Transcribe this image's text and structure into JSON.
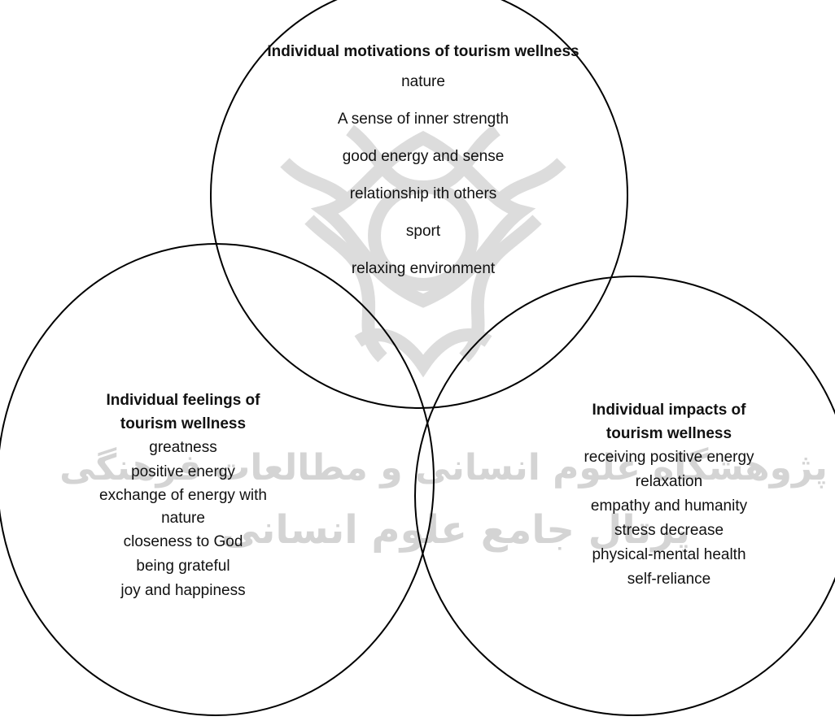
{
  "diagram": {
    "stroke_color": "#000000",
    "watermark_color": "#d7d7d7",
    "top": {
      "heading": "Individual motivations of tourism wellness",
      "items": [
        "nature",
        "A sense of inner strength",
        "good energy and sense",
        "relationship ith others",
        "sport",
        "relaxing environment"
      ]
    },
    "left": {
      "heading": "Individual feelings of tourism wellness",
      "items": [
        "greatness",
        "positive energy",
        "exchange of energy with nature",
        "closeness to God",
        "being grateful",
        "joy and happiness"
      ]
    },
    "right": {
      "heading": "Individual impacts of tourism wellness",
      "items": [
        "receiving positive energy",
        "relaxation",
        "empathy and humanity",
        "stress decrease",
        "physical-mental health",
        "self-reliance"
      ]
    },
    "watermark": {
      "line1": "پژوهشگاه علوم انسانی و مطالعات فرهنگی",
      "line2": "پرتال جامع علوم انسانی"
    }
  }
}
